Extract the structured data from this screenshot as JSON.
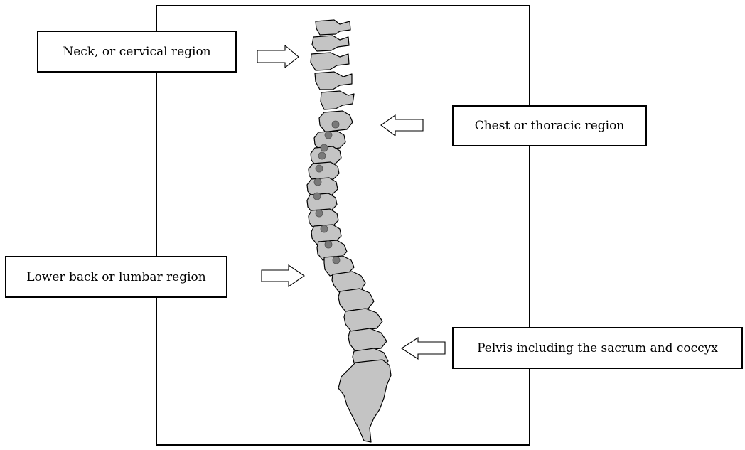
{
  "labels": {
    "neck": "Neck, or cervical region",
    "chest": "Chest or thoracic  region",
    "lumbar": "Lower back or lumbar region",
    "pelvis": "Pelvis including the sacrum and coccyx"
  },
  "colors": {
    "bone_fill": "#c4c4c4",
    "outline": "#000000",
    "disc_marker": "#7a7a7a"
  },
  "icons": {
    "arrows": [
      "right-arrow-icon",
      "left-arrow-icon",
      "right-arrow-icon",
      "left-arrow-icon"
    ],
    "spine": "spine-illustration"
  }
}
